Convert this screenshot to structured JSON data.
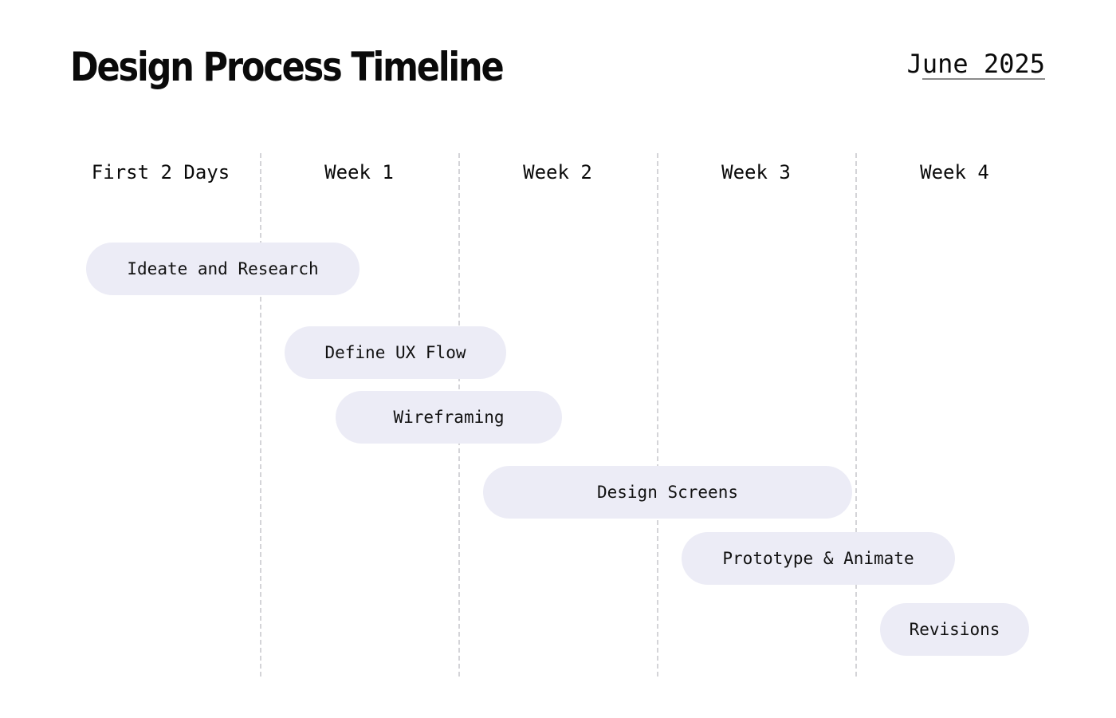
{
  "header": {
    "title": "Design Process Timeline",
    "date": "June 2025"
  },
  "columns": [
    "First 2 Days",
    "Week 1",
    "Week 2",
    "Week 3",
    "Week 4"
  ],
  "tasks": [
    {
      "label": "Ideate and Research"
    },
    {
      "label": "Define UX Flow"
    },
    {
      "label": "Wireframing"
    },
    {
      "label": "Design Screens"
    },
    {
      "label": "Prototype & Animate"
    },
    {
      "label": "Revisions"
    }
  ],
  "colors": {
    "pill_fill": "#ececf6",
    "divider": "#d4d4d8",
    "text": "#0a0a0a"
  }
}
